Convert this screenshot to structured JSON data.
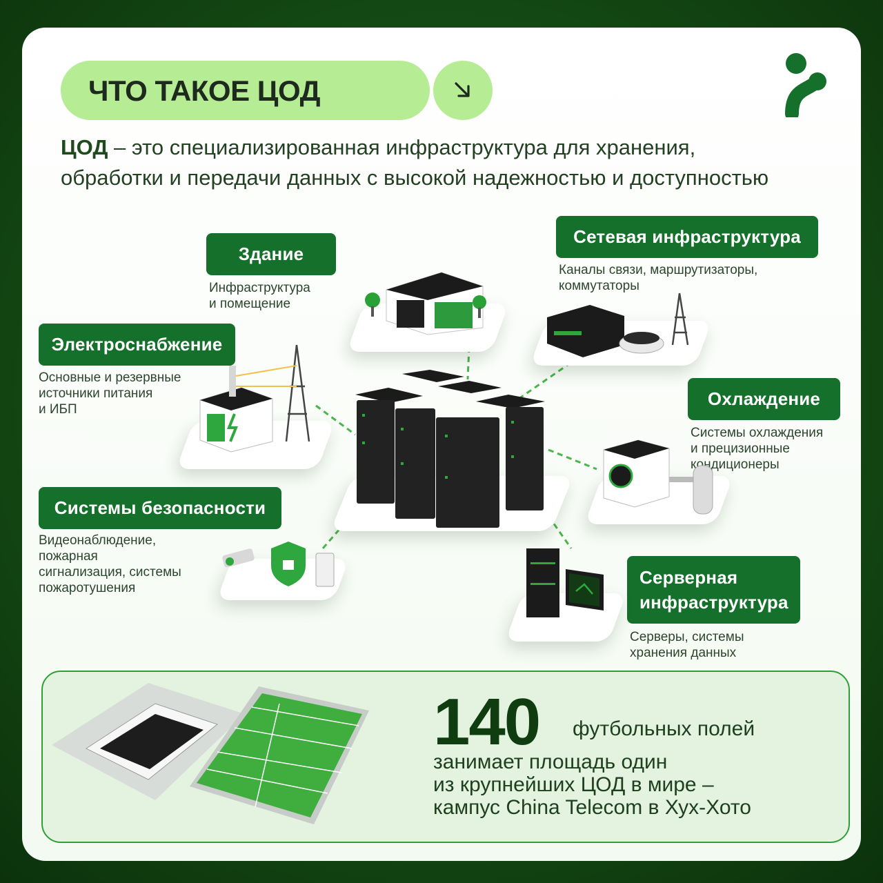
{
  "header": {
    "title": "ЧТО ТАКОЕ ЦОД",
    "arrow_icon": "arrow-down-right-icon"
  },
  "intro": {
    "term": "ЦОД",
    "definition": " – это специализированная инфраструктура для хранения, обработки и передачи данных с высокой надежностью и доступностью"
  },
  "components": {
    "building": {
      "label": "Здание",
      "description": "Инфраструктура\nи помещение"
    },
    "network": {
      "label": "Сетевая инфраструктура",
      "description": "Каналы связи, маршрутизаторы,\nкоммутаторы"
    },
    "power": {
      "label": "Электроснабжение",
      "description": "Основные и резервные\nисточники питания\nи ИБП"
    },
    "cooling": {
      "label": "Охлаждение",
      "description": "Системы охлаждения\nи прецизионные\nкондиционеры"
    },
    "security": {
      "label": "Системы безопасности",
      "description": "Видеонаблюдение,\nпожарная\nсигнализация, системы\nпожаротушения"
    },
    "servers": {
      "label": "Серверная\nинфраструктура",
      "description": "Серверы, системы\nхранения данных"
    }
  },
  "fact": {
    "number": "140",
    "unit": "футбольных полей",
    "text": "занимает площадь один\nиз крупнейших ЦОД в мире –\nкампус China Telecom в Хух-Хото"
  },
  "colors": {
    "accent_green": "#14702a",
    "pill_green": "#b6ec94",
    "dark_green": "#0f3d0f"
  }
}
